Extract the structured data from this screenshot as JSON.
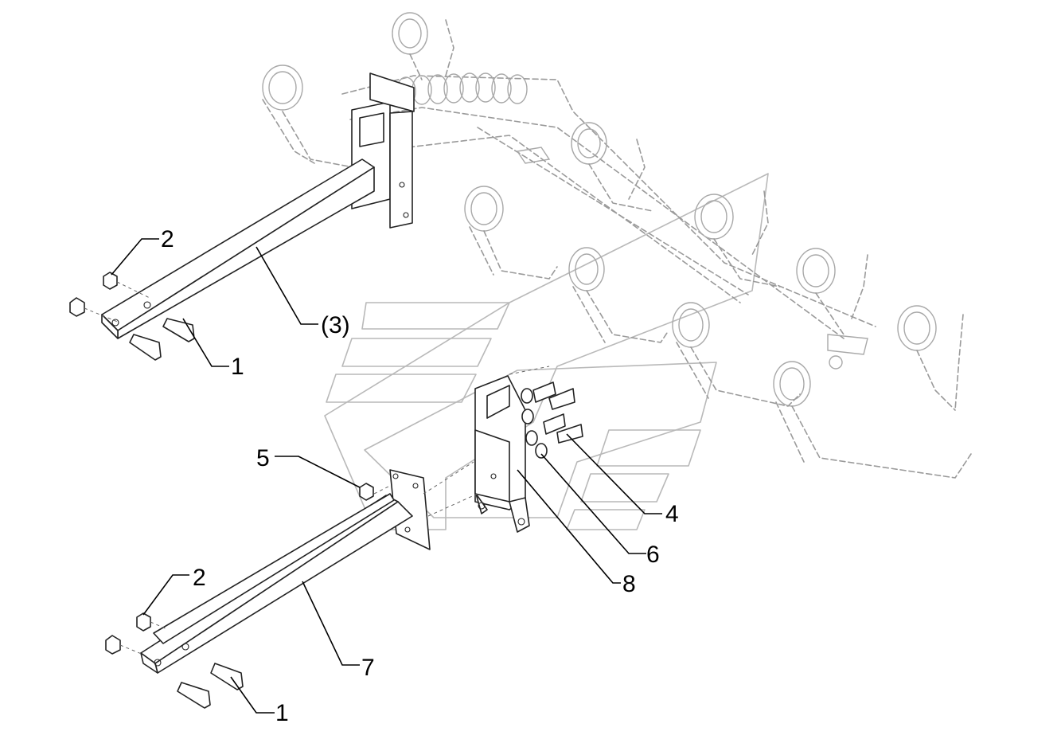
{
  "callouts": [
    {
      "id": "c2a",
      "label": "2"
    },
    {
      "id": "c3",
      "label": "(3)"
    },
    {
      "id": "c1a",
      "label": "1"
    },
    {
      "id": "c5",
      "label": "5"
    },
    {
      "id": "c4",
      "label": "4"
    },
    {
      "id": "c6",
      "label": "6"
    },
    {
      "id": "c8",
      "label": "8"
    },
    {
      "id": "c2b",
      "label": "2"
    },
    {
      "id": "c7",
      "label": "7"
    },
    {
      "id": "c1b",
      "label": "1"
    }
  ]
}
